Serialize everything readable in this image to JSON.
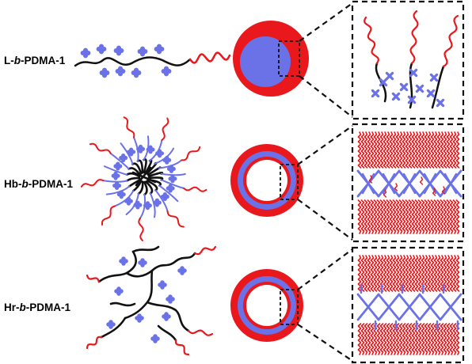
{
  "rows": [
    {
      "prefix": "L-",
      "italic": "b",
      "suffix": "-PDMA-1",
      "morphology": "micelle"
    },
    {
      "prefix": "Hb-",
      "italic": "b",
      "suffix": "-PDMA-1",
      "morphology": "vesicle"
    },
    {
      "prefix": "Hr-",
      "italic": "b",
      "suffix": "-PDMA-1",
      "morphology": "vesicle"
    }
  ],
  "colors": {
    "red": "#e8181c",
    "blue": "#6b72e8",
    "black": "#111111"
  }
}
